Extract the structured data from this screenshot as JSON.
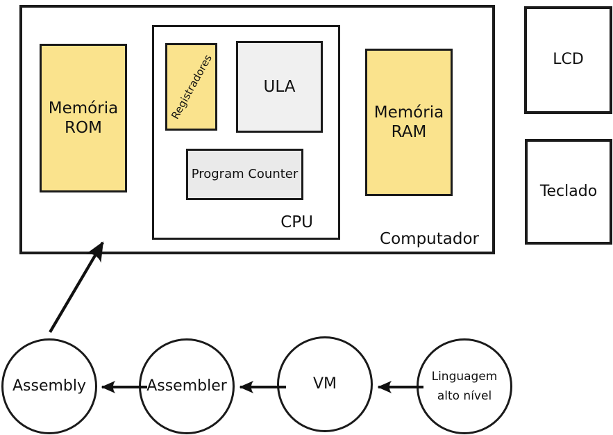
{
  "computer": {
    "label": "Computador",
    "rom": {
      "line1": "Memória",
      "line2": "ROM"
    },
    "ram": {
      "line1": "Memória",
      "line2": "RAM"
    },
    "cpu": {
      "label": "CPU",
      "registers_label": "Registradores",
      "ula_label": "ULA",
      "program_counter_label": "Program Counter"
    }
  },
  "peripherals": {
    "lcd_label": "LCD",
    "keyboard_label": "Teclado"
  },
  "toolchain": {
    "assembly_label": "Assembly",
    "assembler_label": "Assembler",
    "vm_label": "VM",
    "high_level": {
      "line1": "Linguagem",
      "line2": "alto nível"
    }
  },
  "colors": {
    "memory_fill": "#FAE38D",
    "ula_fill": "#F0F0F0",
    "program_counter_fill": "#EAEAEA",
    "stroke": "#1A1A1A",
    "background": "#FFFFFF"
  }
}
